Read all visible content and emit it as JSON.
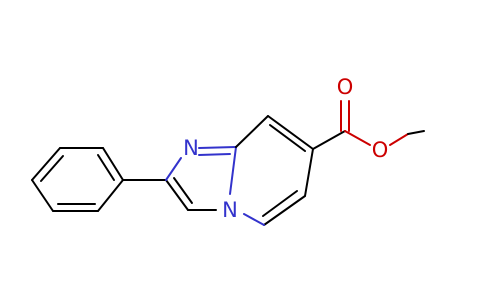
{
  "molecule": {
    "atoms": {
      "n_imine": {
        "label": "N",
        "color": "#3333cc"
      },
      "n_bridge": {
        "label": "N",
        "color": "#3333cc"
      },
      "o_carbonyl": {
        "label": "O",
        "color": "#cc0000"
      },
      "o_ester": {
        "label": "O",
        "color": "#cc0000"
      }
    }
  }
}
